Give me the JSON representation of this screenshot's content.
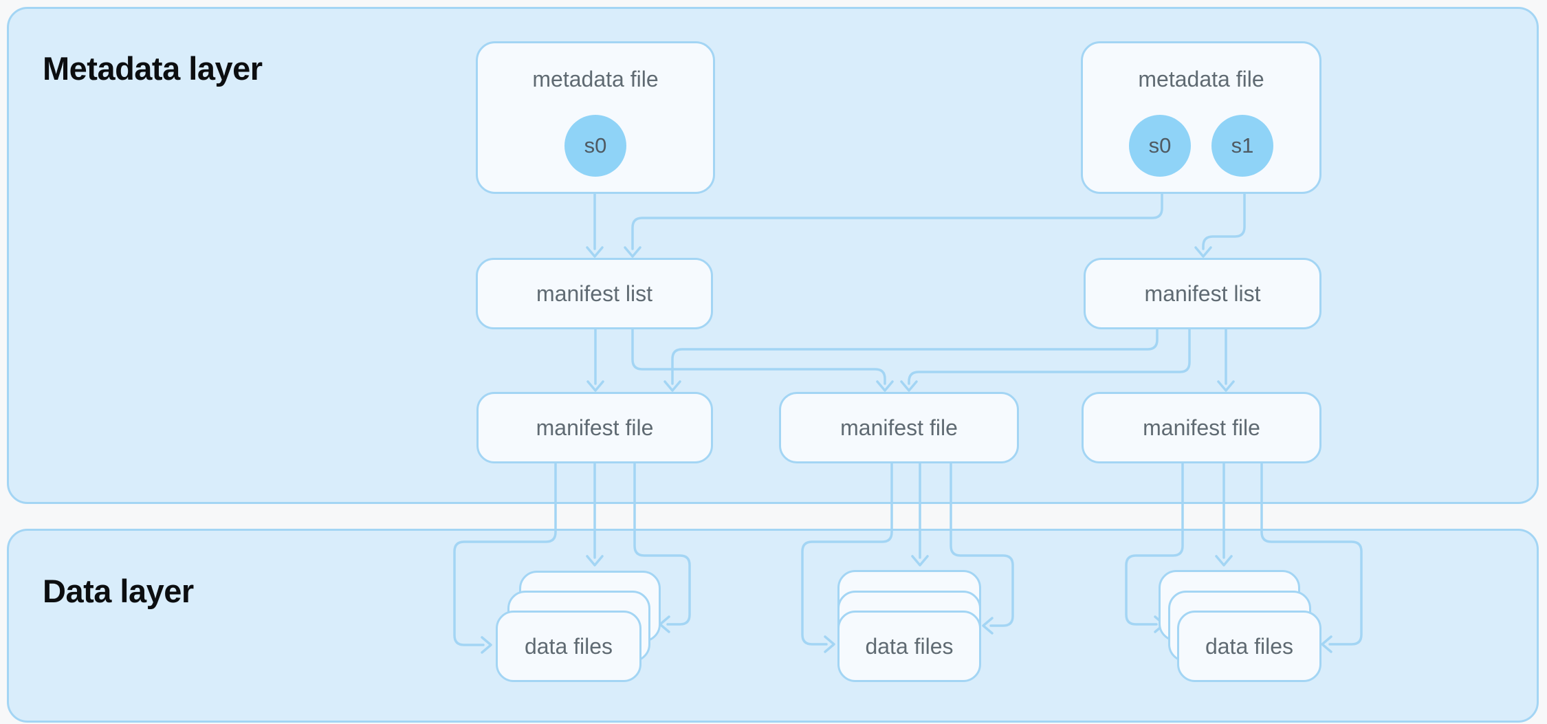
{
  "layers": {
    "metadata": {
      "title": "Metadata layer"
    },
    "data": {
      "title": "Data layer"
    }
  },
  "colors": {
    "page_bg": "#f7f8f9",
    "panel_fill": "#d9edfb",
    "stroke": "#a3d5f4",
    "node_fill": "#f6fafe",
    "node_text": "#5f6a72",
    "circle_fill": "#8fd3f7",
    "circle_text": "#4f5a62",
    "title_text": "#0c0e10"
  },
  "nodes": {
    "metadata_file_left": {
      "label": "metadata file",
      "snapshots": [
        "s0"
      ]
    },
    "metadata_file_right": {
      "label": "metadata file",
      "snapshots": [
        "s0",
        "s1"
      ]
    },
    "manifest_list_left": {
      "label": "manifest list"
    },
    "manifest_list_right": {
      "label": "manifest list"
    },
    "manifest_file_left": {
      "label": "manifest file"
    },
    "manifest_file_center": {
      "label": "manifest file"
    },
    "manifest_file_right": {
      "label": "manifest file"
    },
    "data_files_left": {
      "label": "data files"
    },
    "data_files_center": {
      "label": "data files"
    },
    "data_files_right": {
      "label": "data files"
    }
  },
  "edges": [
    {
      "id": "e1",
      "from": "metadata_file_left.s0",
      "to": "manifest_list_left"
    },
    {
      "id": "e2",
      "from": "metadata_file_right.s0",
      "to": "manifest_list_left"
    },
    {
      "id": "e3",
      "from": "metadata_file_right.s1",
      "to": "manifest_list_right"
    },
    {
      "id": "e4",
      "from": "manifest_list_left",
      "to": "manifest_file_left"
    },
    {
      "id": "e5",
      "from": "manifest_list_left",
      "to": "manifest_file_center"
    },
    {
      "id": "e6",
      "from": "manifest_list_right",
      "to": "manifest_file_left"
    },
    {
      "id": "e7",
      "from": "manifest_list_right",
      "to": "manifest_file_center"
    },
    {
      "id": "e8",
      "from": "manifest_list_right",
      "to": "manifest_file_right"
    },
    {
      "id": "e9",
      "from": "manifest_file_left",
      "to": "data_files_left"
    },
    {
      "id": "e10",
      "from": "manifest_file_left",
      "to": "data_files_left"
    },
    {
      "id": "e11",
      "from": "manifest_file_left",
      "to": "data_files_left"
    },
    {
      "id": "e12",
      "from": "manifest_file_center",
      "to": "data_files_center"
    },
    {
      "id": "e13",
      "from": "manifest_file_center",
      "to": "data_files_center"
    },
    {
      "id": "e14",
      "from": "manifest_file_center",
      "to": "data_files_center"
    },
    {
      "id": "e15",
      "from": "manifest_file_right",
      "to": "data_files_right"
    },
    {
      "id": "e16",
      "from": "manifest_file_right",
      "to": "data_files_right"
    },
    {
      "id": "e17",
      "from": "manifest_file_right",
      "to": "data_files_right"
    }
  ]
}
